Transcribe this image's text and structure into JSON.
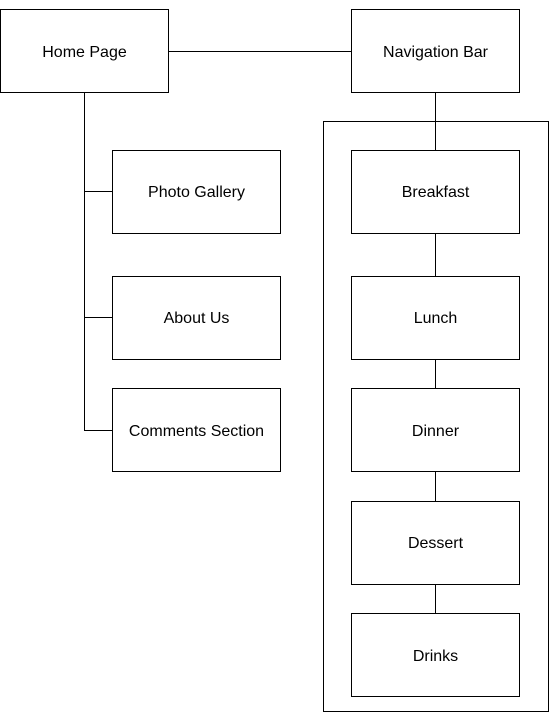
{
  "nodes": {
    "home": "Home Page",
    "navigation": "Navigation Bar",
    "photo_gallery": "Photo Gallery",
    "about_us": "About Us",
    "comments": "Comments Section",
    "breakfast": "Breakfast",
    "lunch": "Lunch",
    "dinner": "Dinner",
    "dessert": "Dessert",
    "drinks": "Drinks"
  },
  "edges": [
    [
      "home",
      "navigation"
    ],
    [
      "home",
      "photo_gallery"
    ],
    [
      "home",
      "about_us"
    ],
    [
      "home",
      "comments"
    ],
    [
      "navigation",
      "breakfast"
    ],
    [
      "breakfast",
      "lunch"
    ],
    [
      "lunch",
      "dinner"
    ],
    [
      "dinner",
      "dessert"
    ],
    [
      "dessert",
      "drinks"
    ]
  ],
  "groups": [
    {
      "members": [
        "breakfast",
        "lunch",
        "dinner",
        "dessert",
        "drinks"
      ]
    }
  ]
}
